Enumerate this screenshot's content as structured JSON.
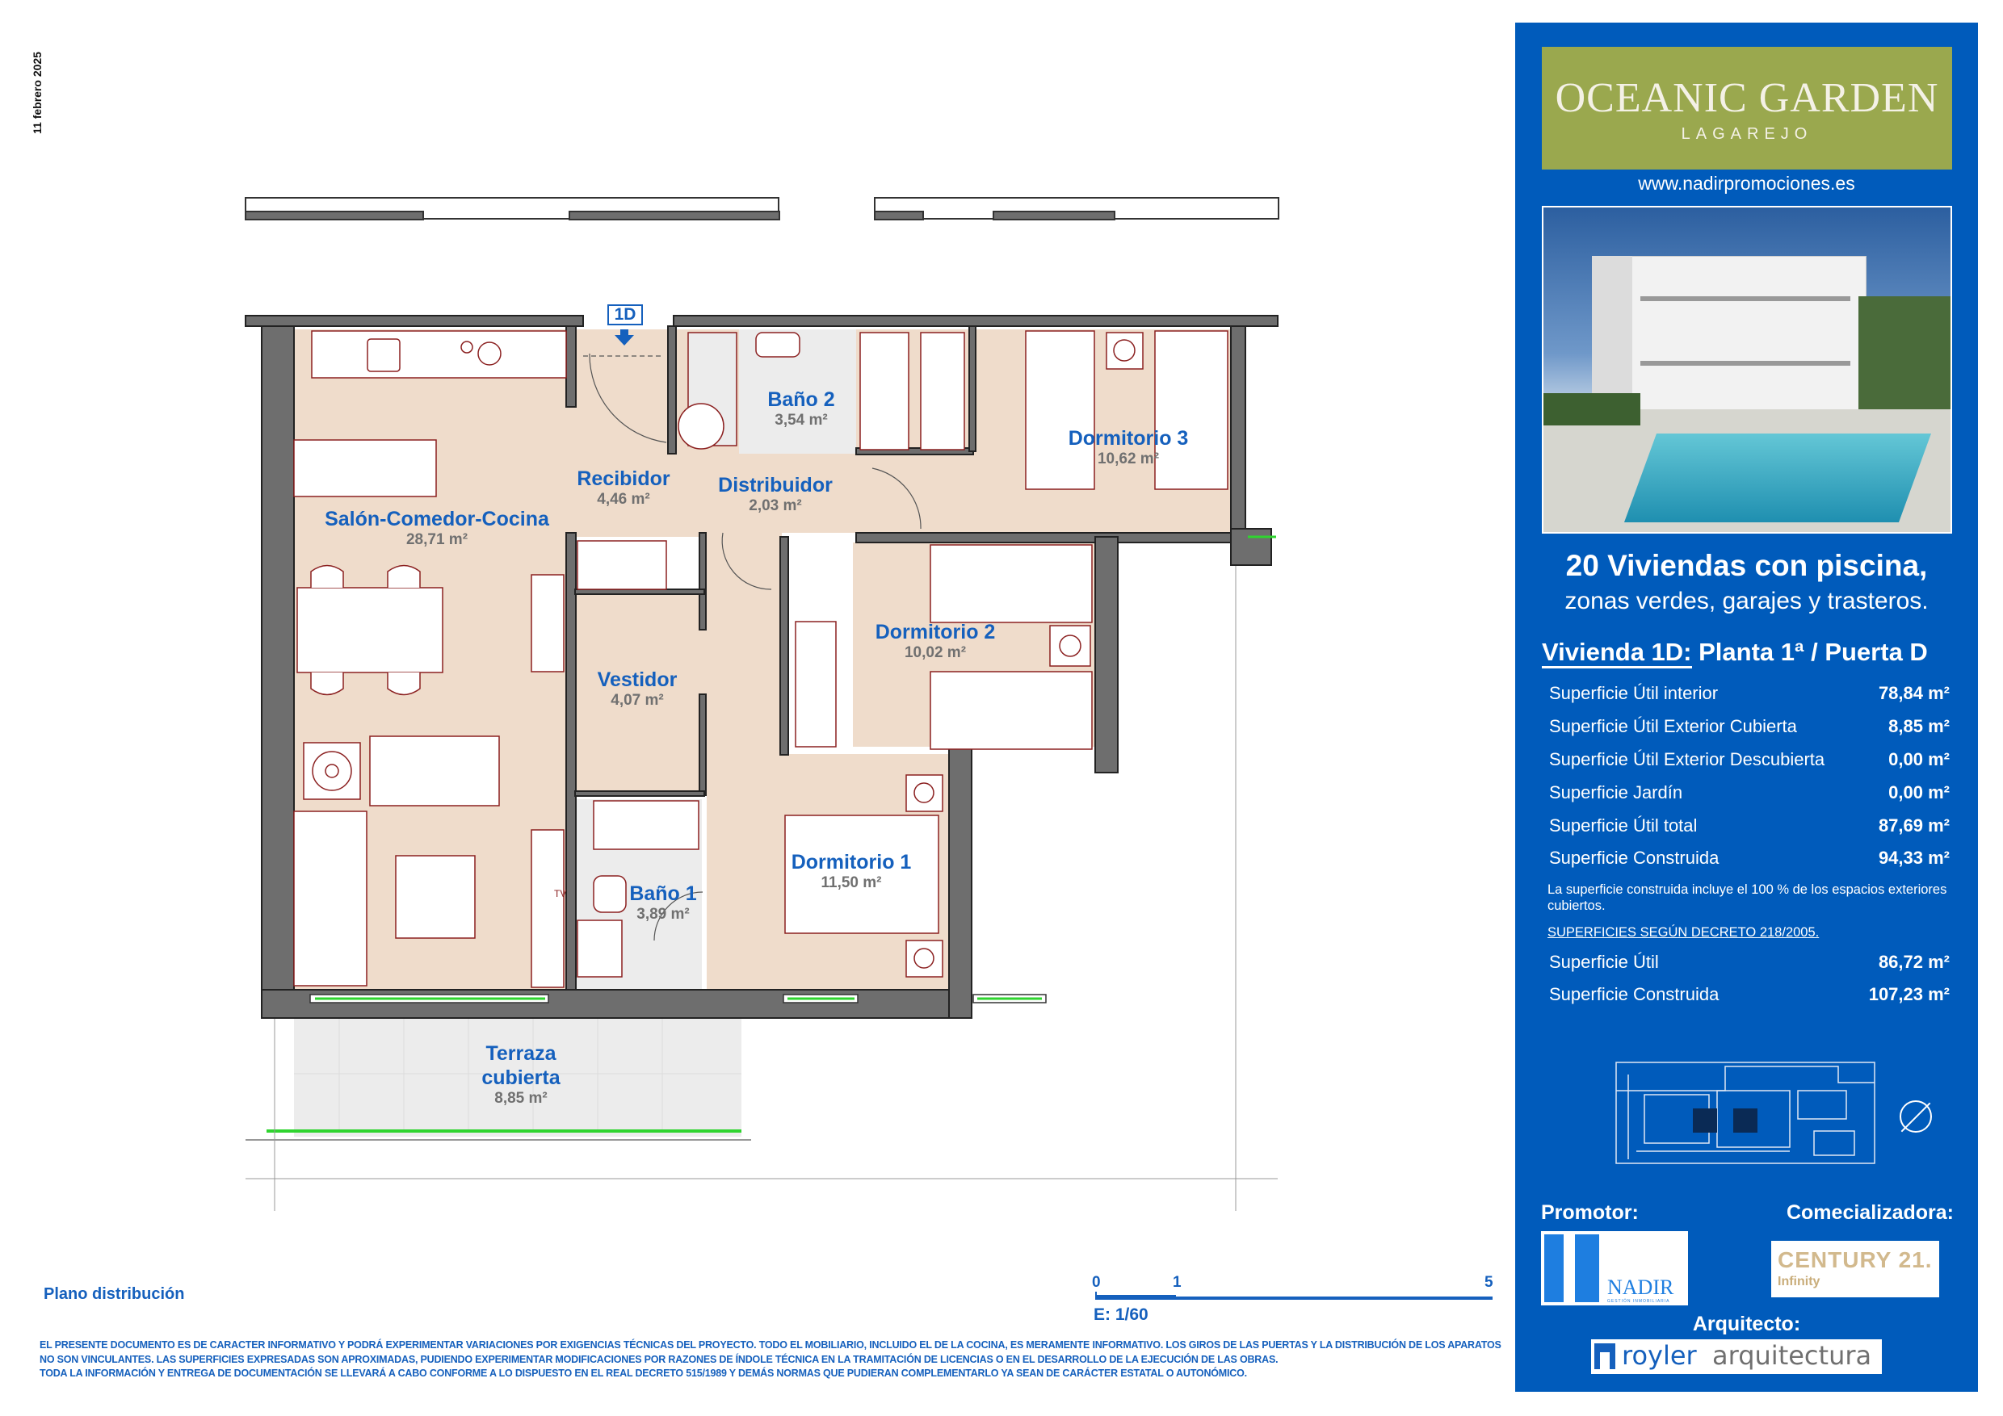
{
  "date": "11 febrero 2025",
  "plan": {
    "unit_tag": "1D",
    "title": "Plano distribución",
    "scale": {
      "ticks": [
        "0",
        "1",
        "5"
      ],
      "label": "E: 1/60"
    },
    "rooms": [
      {
        "name": "Salón-Comedor-Cocina",
        "area": "28,71 m²"
      },
      {
        "name": "Recibidor",
        "area": "4,46 m²"
      },
      {
        "name": "Distribuidor",
        "area": "2,03 m²"
      },
      {
        "name": "Baño 2",
        "area": "3,54 m²"
      },
      {
        "name": "Dormitorio 3",
        "area": "10,62 m²"
      },
      {
        "name": "Dormitorio 2",
        "area": "10,02 m²"
      },
      {
        "name": "Vestidor",
        "area": "4,07 m²"
      },
      {
        "name": "Dormitorio 1",
        "area": "11,50 m²"
      },
      {
        "name": "Baño 1",
        "area": "3,89 m²"
      },
      {
        "name": "Terraza cubierta",
        "area": "8,85 m²"
      }
    ],
    "tv_label": "TV"
  },
  "disclaimer": [
    "EL PRESENTE DOCUMENTO ES DE CARACTER INFORMATIVO Y PODRÁ EXPERIMENTAR VARIACIONES POR EXIGENCIAS TÉCNICAS DEL PROYECTO. TODO EL MOBILIARIO, INCLUIDO EL DE LA COCINA, ES MERAMENTE INFORMATIVO. LOS GIROS DE LAS PUERTAS Y LA DISTRIBUCIÓN DE LOS APARATOS NO SON VINCULANTES. LAS SUPERFICIES EXPRESADAS SON APROXIMADAS, PUDIENDO EXPERIMENTAR MODIFICACIONES POR RAZONES DE ÍNDOLE TÉCNICA EN LA TRAMITACIÓN DE LICENCIAS O EN EL DESARROLLO DE LA EJECUCIÓN DE LAS OBRAS.",
    "TODA LA INFORMACIÓN Y ENTREGA DE DOCUMENTACIÓN SE LLEVARÁ A CABO CONFORME A LO DISPUESTO EN EL REAL DECRETO 515/1989 Y DEMÁS NORMAS QUE PUDIERAN COMPLEMENTARLO YA SEAN DE CARÁCTER ESTATAL O AUTONÓMICO."
  ],
  "panel": {
    "logo_title": "OCEANIC GARDEN",
    "logo_subtitle": "LAGAREJO",
    "website": "www.nadirpromociones.es",
    "headline": "20 Viviendas con piscina,",
    "subheadline": "zonas verdes, garajes y trasteros.",
    "unit_heading_a": "Vivienda 1D:",
    "unit_heading_b": " Planta 1ª / Puerta D",
    "surfaces": [
      {
        "label": "Superficie Útil interior",
        "value": "78,84 m²"
      },
      {
        "label": "Superficie Útil Exterior Cubierta",
        "value": "8,85 m²"
      },
      {
        "label": "Superficie Útil Exterior Descubierta",
        "value": "0,00 m²"
      },
      {
        "label": "Superficie Jardín",
        "value": "0,00 m²"
      },
      {
        "label": "Superficie Útil total",
        "value": "87,69 m²"
      },
      {
        "label": "Superficie Construida",
        "value": "94,33 m²"
      }
    ],
    "note": "La superficie construida incluye el 100 % de los espacios exteriores cubiertos.",
    "decree_heading": "SUPERFICIES SEGÚN DECRETO 218/2005.",
    "decree_surfaces": [
      {
        "label": "Superficie Útil",
        "value": "86,72 m²"
      },
      {
        "label": "Superficie Construida",
        "value": "107,23 m²"
      }
    ],
    "promotor_label": "Promotor:",
    "promotor_logo": "NADIR",
    "promotor_logo_sub": "GESTIÓN INMOBILIARIA",
    "comercial_label": "Comecializadora:",
    "comercial_logo": "CENTURY 21.",
    "comercial_logo_sub": "Infinity",
    "architect_label": "Arquitecto:",
    "architect_logo_a": "royler",
    "architect_logo_b": "arquitectura",
    "colors": {
      "panel": "#005bbb",
      "logo_bg": "#9aa84e",
      "room_label": "#1560bd"
    }
  }
}
